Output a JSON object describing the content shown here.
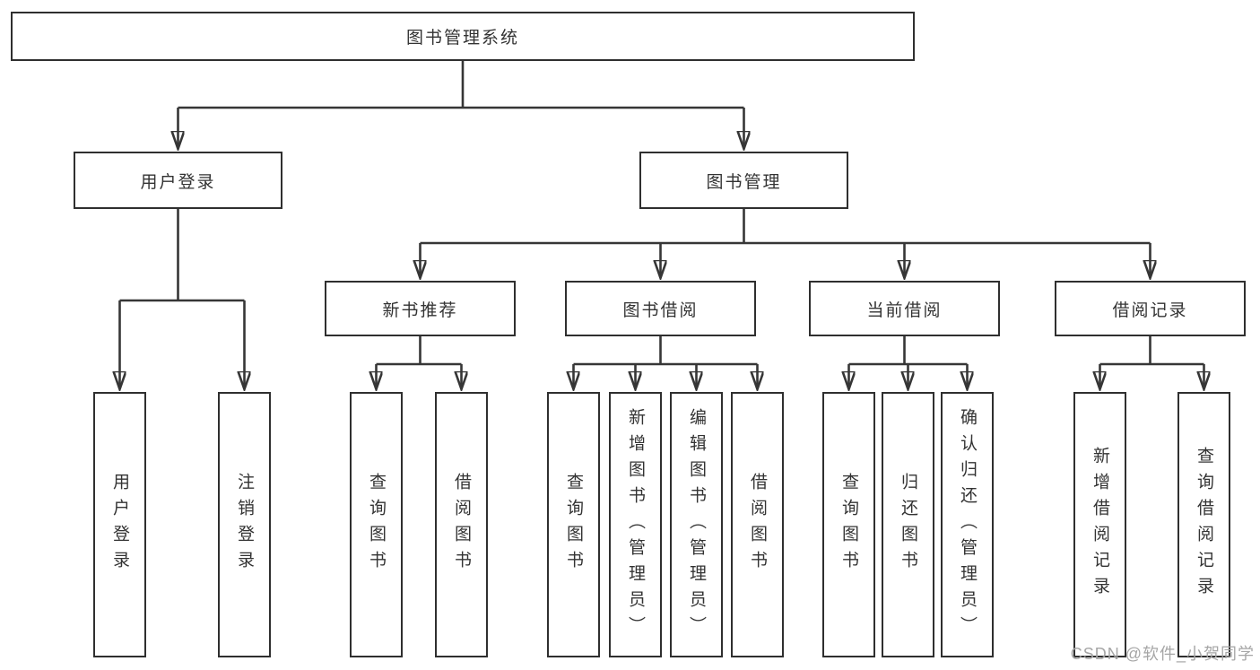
{
  "diagram": {
    "type": "hierarchy",
    "colors": {
      "line": "#363636",
      "box_border": "#2f2f2f",
      "box_fill": "#ffffff",
      "text": "#333333",
      "watermark": "#a6a6a6",
      "background": "#ffffff"
    },
    "tree": {
      "label": "图书管理系统",
      "children": [
        {
          "label": "用户登录",
          "children": [
            {
              "label": "用户登录"
            },
            {
              "label": "注销登录"
            }
          ]
        },
        {
          "label": "图书管理",
          "children": [
            {
              "label": "新书推荐",
              "children": [
                {
                  "label": "查询图书"
                },
                {
                  "label": "借阅图书"
                }
              ]
            },
            {
              "label": "图书借阅",
              "children": [
                {
                  "label": "查询图书"
                },
                {
                  "label": "新增图书（管理员）"
                },
                {
                  "label": "编辑图书（管理员）"
                },
                {
                  "label": "借阅图书"
                }
              ]
            },
            {
              "label": "当前借阅",
              "children": [
                {
                  "label": "查询图书"
                },
                {
                  "label": "归还图书"
                },
                {
                  "label": "确认归还（管理员）"
                }
              ]
            },
            {
              "label": "借阅记录",
              "children": [
                {
                  "label": "新增借阅记录"
                },
                {
                  "label": "查询借阅记录"
                }
              ]
            }
          ]
        }
      ]
    },
    "watermark": "CSDN @软件_小贺同学"
  }
}
